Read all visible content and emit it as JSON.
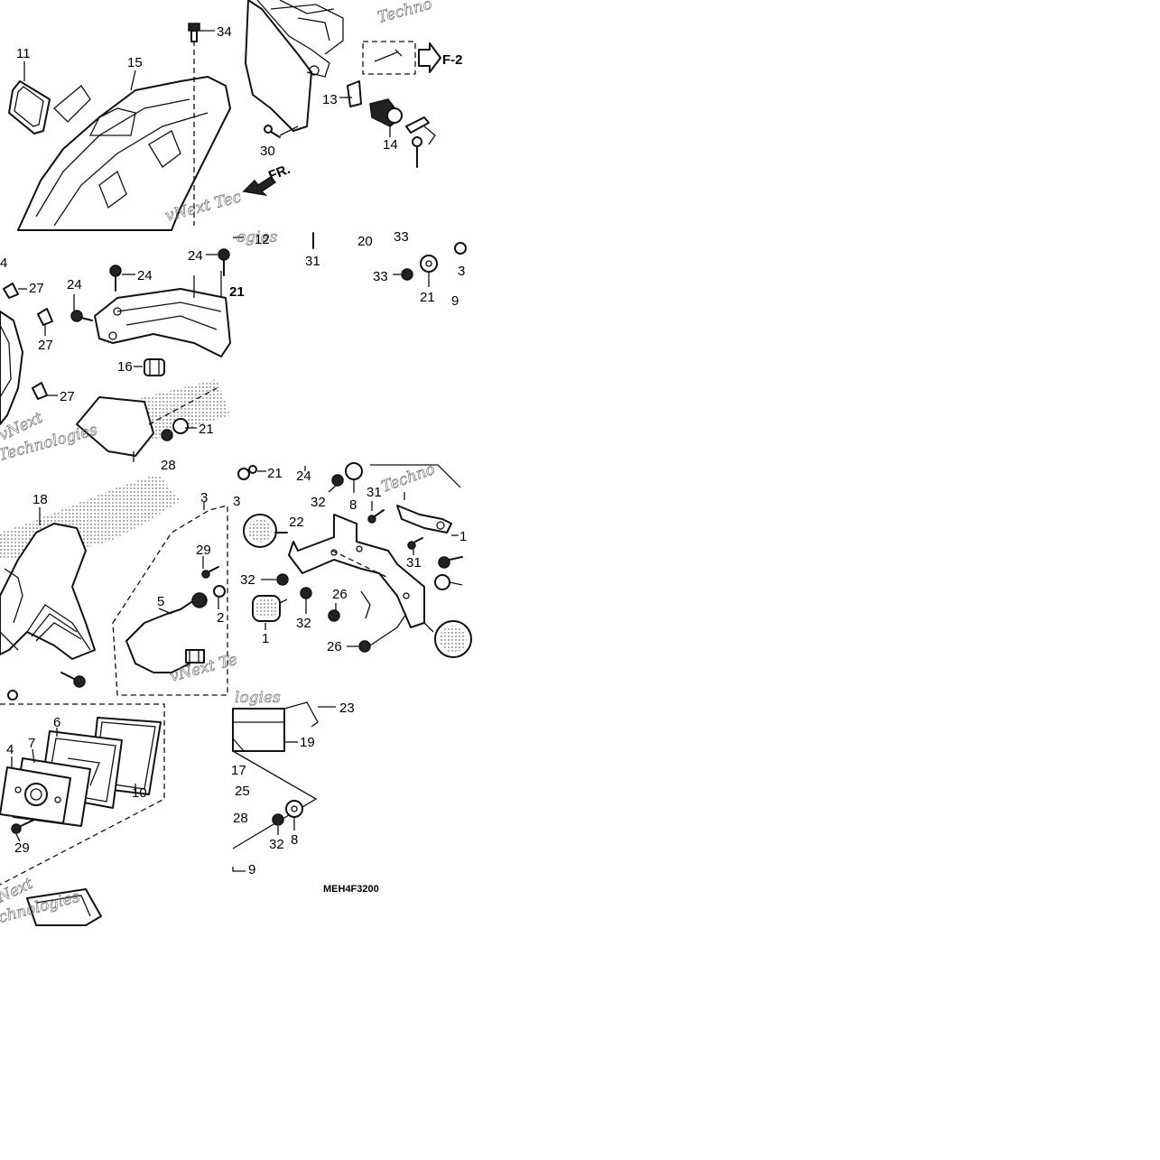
{
  "diagram": {
    "catalog_code": "MEH4F3200",
    "ref_arrow": "F-2",
    "front_arrow": "FR.",
    "watermark_words": [
      "vNext",
      "Technologies",
      "Techno"
    ],
    "callouts": [
      {
        "id": "c11a",
        "text": "11"
      },
      {
        "id": "c15",
        "text": "15"
      },
      {
        "id": "c34",
        "text": "34"
      },
      {
        "id": "c13",
        "text": "13"
      },
      {
        "id": "c14",
        "text": "14"
      },
      {
        "id": "c30",
        "text": "30"
      },
      {
        "id": "c12",
        "text": "12"
      },
      {
        "id": "c31a",
        "text": "31"
      },
      {
        "id": "c20",
        "text": "20"
      },
      {
        "id": "c33a",
        "text": "33"
      },
      {
        "id": "c33b",
        "text": "33"
      },
      {
        "id": "c21a",
        "text": "21"
      },
      {
        "id": "c9a",
        "text": "9"
      },
      {
        "id": "c3a",
        "text": "3"
      },
      {
        "id": "c4a",
        "text": "4"
      },
      {
        "id": "c27a",
        "text": "27"
      },
      {
        "id": "c24a",
        "text": "24"
      },
      {
        "id": "c24b",
        "text": "24"
      },
      {
        "id": "c24c",
        "text": "24"
      },
      {
        "id": "c21b",
        "text": "21"
      },
      {
        "id": "c27b",
        "text": "27"
      },
      {
        "id": "c16",
        "text": "16"
      },
      {
        "id": "c27c",
        "text": "27"
      },
      {
        "id": "c21c",
        "text": "21"
      },
      {
        "id": "c28a",
        "text": "28"
      },
      {
        "id": "c21d",
        "text": "21"
      },
      {
        "id": "c24d",
        "text": "24"
      },
      {
        "id": "c32a",
        "text": "32"
      },
      {
        "id": "c8a",
        "text": "8"
      },
      {
        "id": "c31b",
        "text": "31"
      },
      {
        "id": "c22",
        "text": "22"
      },
      {
        "id": "c1a",
        "text": "1"
      },
      {
        "id": "c31c",
        "text": "31"
      },
      {
        "id": "c32b",
        "text": "32"
      },
      {
        "id": "c26a",
        "text": "26"
      },
      {
        "id": "c32c",
        "text": "32"
      },
      {
        "id": "c1b",
        "text": "1"
      },
      {
        "id": "c26b",
        "text": "26"
      },
      {
        "id": "c18",
        "text": "18"
      },
      {
        "id": "c3b",
        "text": "3"
      },
      {
        "id": "c29a",
        "text": "29"
      },
      {
        "id": "c5",
        "text": "5"
      },
      {
        "id": "c2",
        "text": "2"
      },
      {
        "id": "c33c",
        "text": "3"
      },
      {
        "id": "c23",
        "text": "23"
      },
      {
        "id": "c19",
        "text": "19"
      },
      {
        "id": "c17",
        "text": "17"
      },
      {
        "id": "c25",
        "text": "25"
      },
      {
        "id": "c28b",
        "text": "28"
      },
      {
        "id": "c32d",
        "text": "32"
      },
      {
        "id": "c8b",
        "text": "8"
      },
      {
        "id": "c9b",
        "text": "9"
      },
      {
        "id": "c6",
        "text": "6"
      },
      {
        "id": "c4b",
        "text": "4"
      },
      {
        "id": "c7",
        "text": "7"
      },
      {
        "id": "c10",
        "text": "10"
      },
      {
        "id": "c29b",
        "text": "29"
      }
    ]
  }
}
